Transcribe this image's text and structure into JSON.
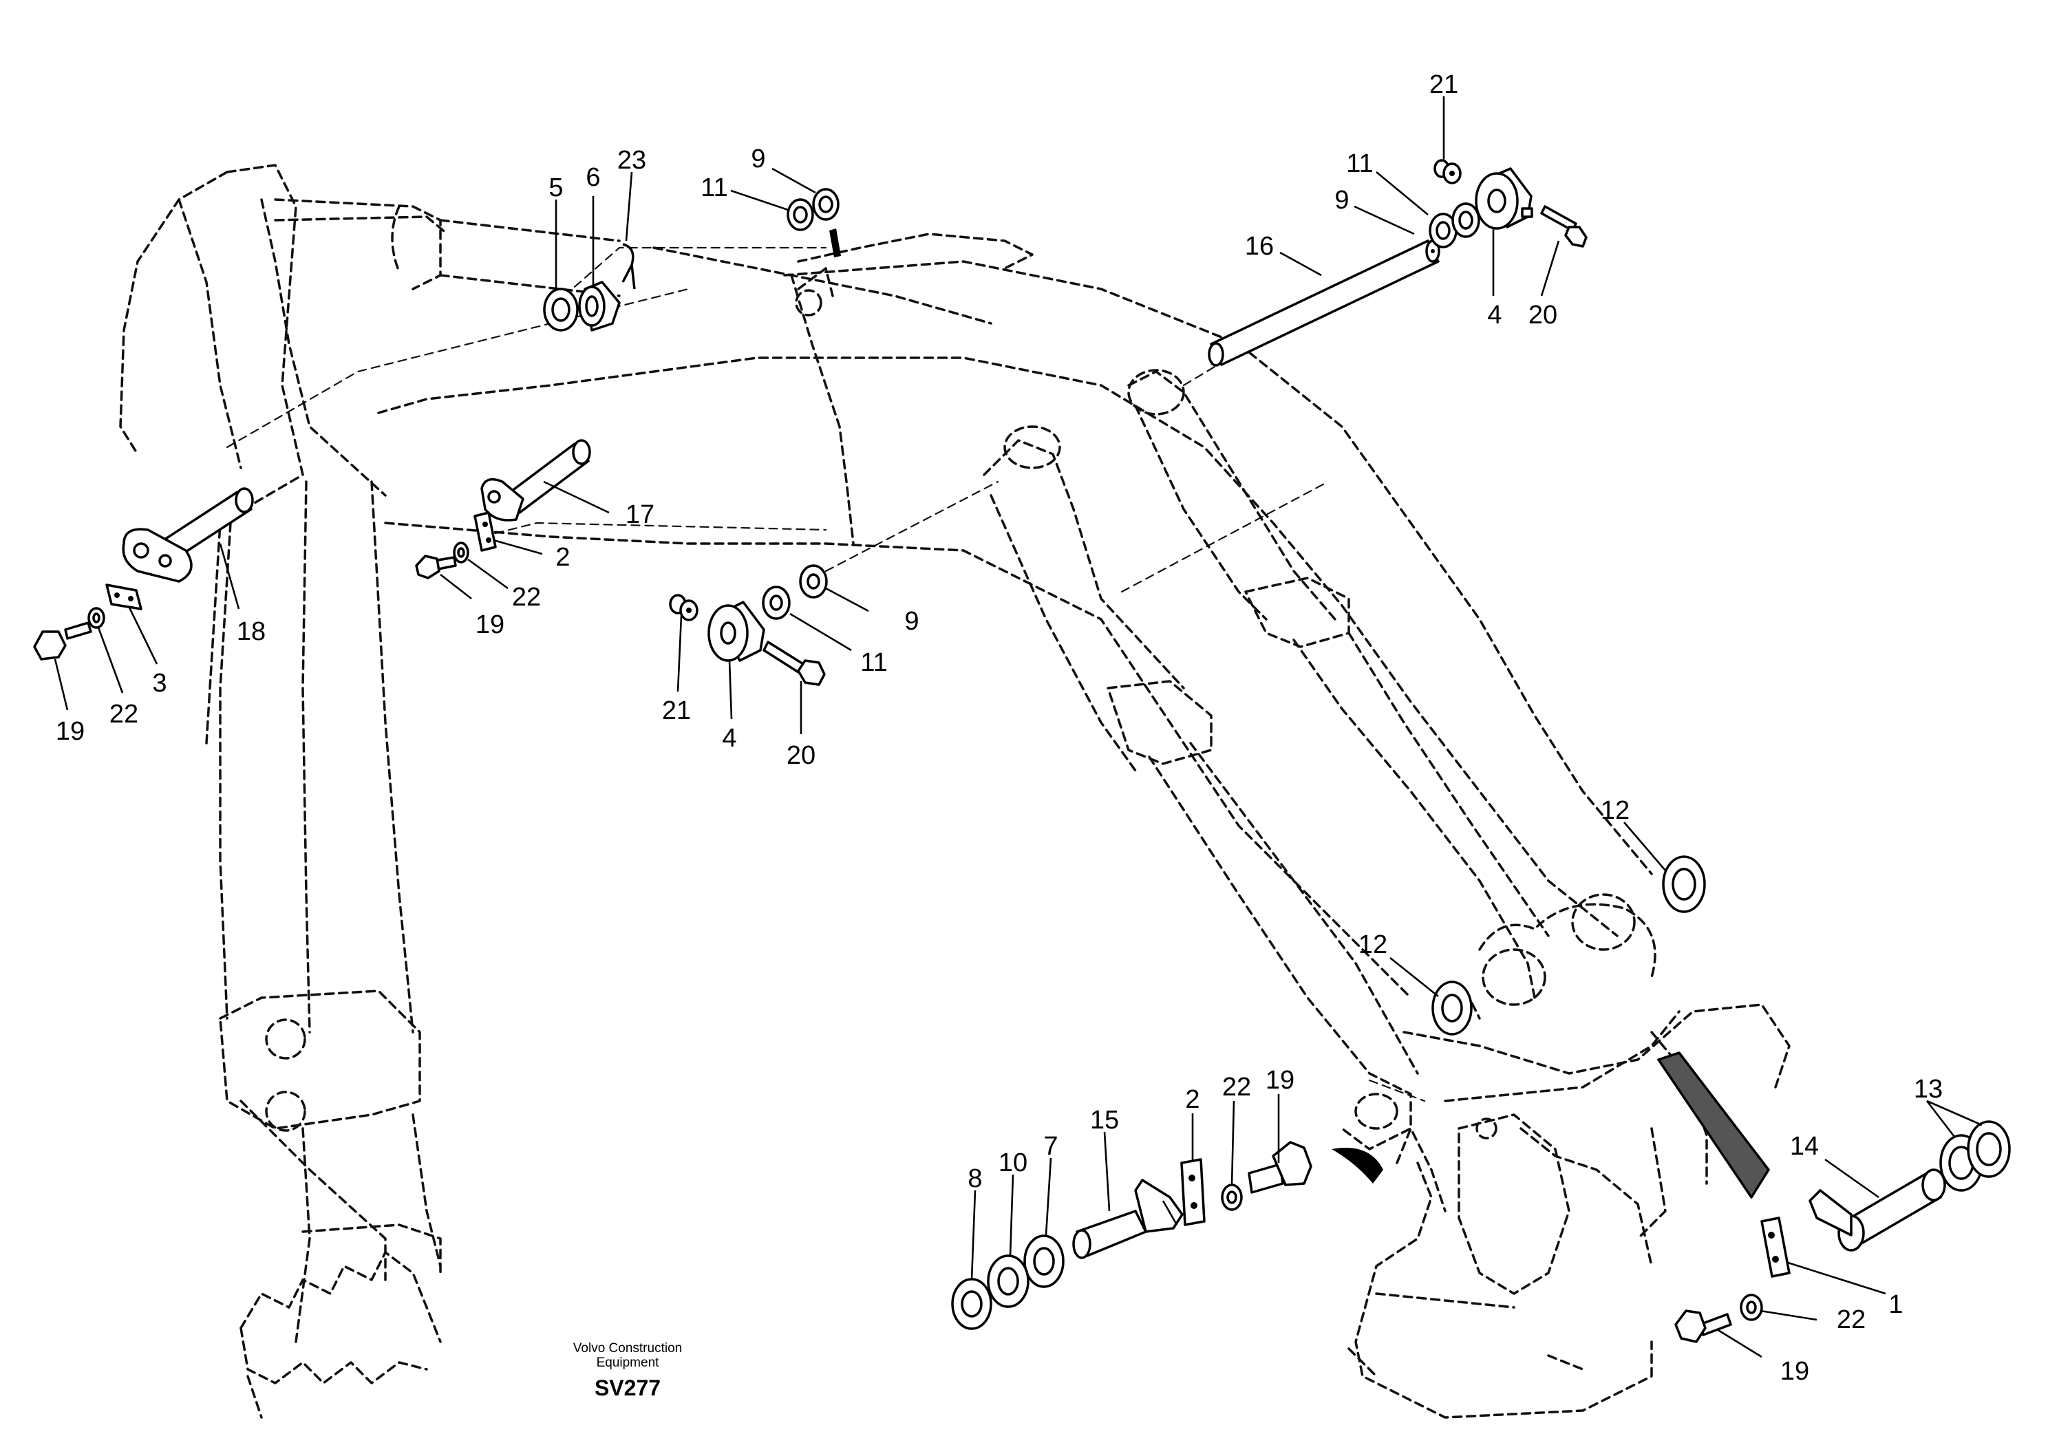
{
  "callouts": [
    {
      "id": "c5a",
      "text": "5"
    },
    {
      "id": "c6a",
      "text": "6"
    },
    {
      "id": "c23",
      "text": "23"
    },
    {
      "id": "c9a",
      "text": "9"
    },
    {
      "id": "c11a",
      "text": "11"
    },
    {
      "id": "c21a",
      "text": "21"
    },
    {
      "id": "c11b",
      "text": "11"
    },
    {
      "id": "c9b",
      "text": "9"
    },
    {
      "id": "c16",
      "text": "16"
    },
    {
      "id": "c4a",
      "text": "4"
    },
    {
      "id": "c20a",
      "text": "20"
    },
    {
      "id": "c17",
      "text": "17"
    },
    {
      "id": "c2a",
      "text": "2"
    },
    {
      "id": "c22a",
      "text": "22"
    },
    {
      "id": "c19a",
      "text": "19"
    },
    {
      "id": "c18",
      "text": "18"
    },
    {
      "id": "c3",
      "text": "3"
    },
    {
      "id": "c22b",
      "text": "22"
    },
    {
      "id": "c19b",
      "text": "19"
    },
    {
      "id": "c9c",
      "text": "9"
    },
    {
      "id": "c11c",
      "text": "11"
    },
    {
      "id": "c21b",
      "text": "21"
    },
    {
      "id": "c4b",
      "text": "4"
    },
    {
      "id": "c20b",
      "text": "20"
    },
    {
      "id": "c12a",
      "text": "12"
    },
    {
      "id": "c12b",
      "text": "12"
    },
    {
      "id": "c2b",
      "text": "2"
    },
    {
      "id": "c22c",
      "text": "22"
    },
    {
      "id": "c19c",
      "text": "19"
    },
    {
      "id": "c15",
      "text": "15"
    },
    {
      "id": "c7",
      "text": "7"
    },
    {
      "id": "c10",
      "text": "10"
    },
    {
      "id": "c8",
      "text": "8"
    },
    {
      "id": "c13",
      "text": "13"
    },
    {
      "id": "c14",
      "text": "14"
    },
    {
      "id": "c1",
      "text": "1"
    },
    {
      "id": "c22d",
      "text": "22"
    },
    {
      "id": "c19d",
      "text": "19"
    }
  ],
  "credit_line1": "Volvo Construction",
  "credit_line2": "Equipment",
  "drawing_code": "SV277"
}
